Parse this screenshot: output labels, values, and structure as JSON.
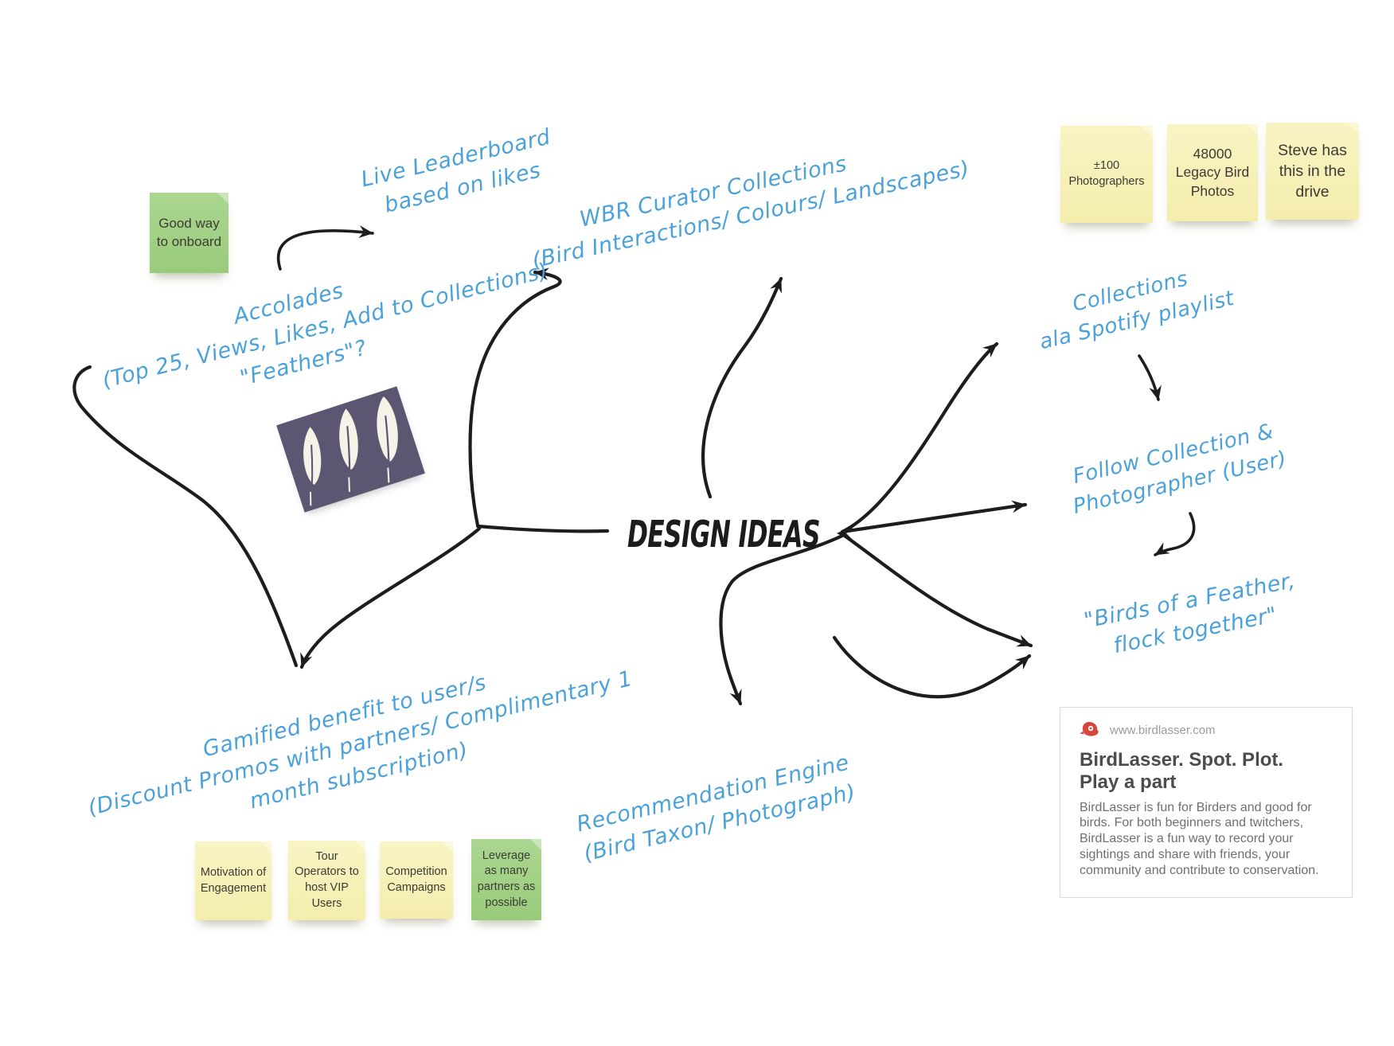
{
  "board": {
    "title": "DESIGN IDEAS"
  },
  "ideas": {
    "leaderboard": {
      "lines": [
        "Live Leaderboard",
        "based on likes"
      ]
    },
    "accolades": {
      "lines": [
        "Accolades",
        "(Top 25, Views, Likes, Add to Collections)",
        "\"Feathers\"?"
      ]
    },
    "wbr": {
      "lines": [
        "WBR Curator Collections",
        "(Bird Interactions/ Colours/ Landscapes)"
      ]
    },
    "collections": {
      "lines": [
        "Collections",
        "ala Spotify playlist"
      ]
    },
    "follow": {
      "lines": [
        "Follow Collection &",
        "Photographer (User)"
      ]
    },
    "birds": {
      "lines": [
        "\"Birds of a Feather,",
        "flock together\""
      ]
    },
    "gamified": {
      "lines": [
        "Gamified benefit to user/s",
        "(Discount Promos with partners/ Complimentary 1",
        "month subscription)"
      ]
    },
    "recommendation": {
      "lines": [
        "Recommendation Engine",
        "(Bird Taxon/ Photograph)"
      ]
    }
  },
  "stickies": {
    "good_way": {
      "text": "Good way to onboard",
      "color": "green"
    },
    "photographers": {
      "text": "±100 Photographers",
      "color": "yellow"
    },
    "legacy_photos": {
      "text": "48000 Legacy Bird Photos",
      "color": "yellow"
    },
    "steve_drive": {
      "text": "Steve has this in the drive",
      "color": "yellow"
    },
    "motivation": {
      "text": "Motivation of Engagement",
      "color": "yellow"
    },
    "tour_operators": {
      "text": "Tour Operators to host VIP Users",
      "color": "yellow"
    },
    "competition": {
      "text": "Competition Campaigns",
      "color": "yellow"
    },
    "leverage": {
      "text": "Leverage as many partners as possible",
      "color": "green"
    }
  },
  "card": {
    "url": "www.birdlasser.com",
    "title_line1": "BirdLasser. Spot. Plot.",
    "title_line2": "Play a part",
    "body": "BirdLasser is fun for Birders and good for birds. For both beginners and twitchers, BirdLasser is a fun way to record your sightings and share with friends, your community and contribute to conservation."
  },
  "colors": {
    "ink_blue": "#4ba1d9",
    "ink_black": "#1d1d1d",
    "sticky_yellow": "#f6efb8",
    "sticky_green": "#a4d286",
    "feather_bg": "#5c5673",
    "logo_red": "#d9453c"
  }
}
